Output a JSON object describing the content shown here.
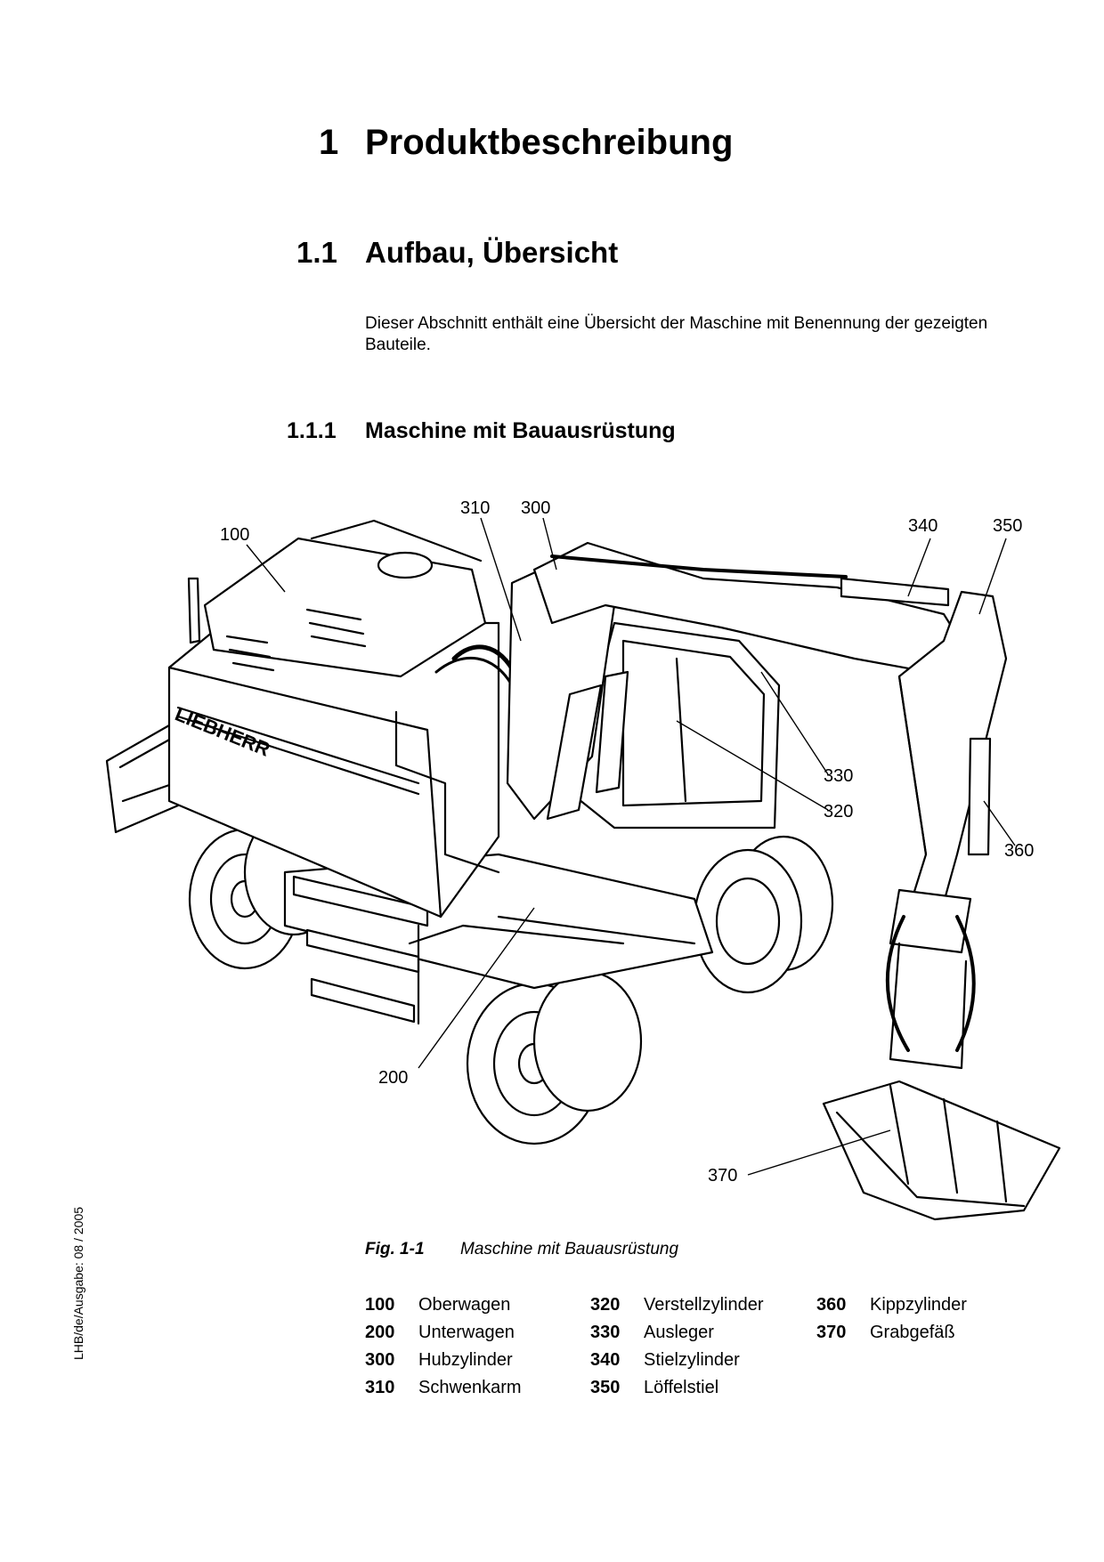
{
  "heading1": {
    "number": "1",
    "title": "Produktbeschreibung"
  },
  "heading2": {
    "number": "1.1",
    "title": "Aufbau, Übersicht"
  },
  "intro": "Dieser Abschnitt enthält eine Übersicht der Maschine mit Benennung der gezeigten Bauteile.",
  "heading3": {
    "number": "1.1.1",
    "title": "Maschine mit Bauausrüstung"
  },
  "figure": {
    "brand_lettering": "LIEBHERR",
    "callouts": [
      "100",
      "200",
      "300",
      "310",
      "320",
      "330",
      "340",
      "350",
      "360",
      "370"
    ]
  },
  "caption": {
    "label": "Fig. 1-1",
    "text": "Maschine mit Bauausrüstung"
  },
  "legend": [
    {
      "num": "100",
      "name": "Oberwagen"
    },
    {
      "num": "200",
      "name": "Unterwagen"
    },
    {
      "num": "300",
      "name": "Hubzylinder"
    },
    {
      "num": "310",
      "name": "Schwenkarm"
    },
    {
      "num": "320",
      "name": "Verstellzylinder"
    },
    {
      "num": "330",
      "name": "Ausleger"
    },
    {
      "num": "340",
      "name": "Stielzylinder"
    },
    {
      "num": "350",
      "name": "Löffelstiel"
    },
    {
      "num": "360",
      "name": "Kippzylinder"
    },
    {
      "num": "370",
      "name": "Grabgefäß"
    }
  ],
  "side_note": "LHB/de/Ausgabe: 08 / 2005"
}
